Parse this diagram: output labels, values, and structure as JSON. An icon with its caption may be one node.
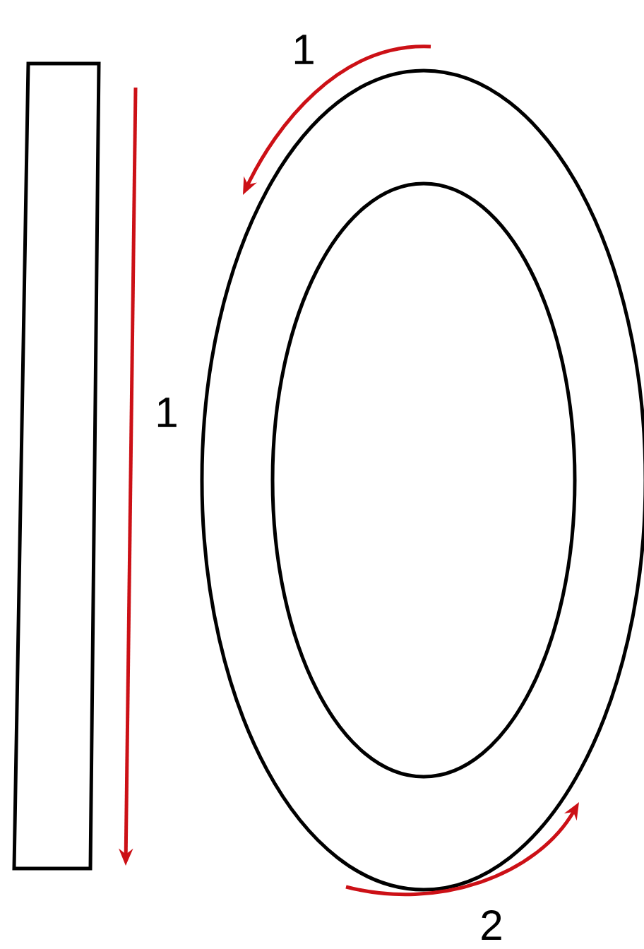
{
  "diagram": {
    "labels": [
      "1",
      "1",
      "2"
    ]
  }
}
